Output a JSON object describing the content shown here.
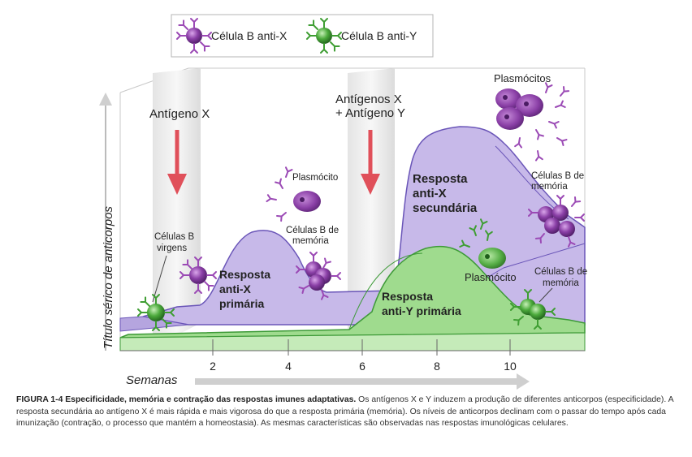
{
  "legend": {
    "item_x": "Célula B anti-X",
    "item_y": "Célula B anti-Y"
  },
  "axes": {
    "y_label": "Título sérico de anticorpos",
    "x_label": "Semanas",
    "x_ticks": [
      "2",
      "4",
      "6",
      "8",
      "10"
    ]
  },
  "labels": {
    "antigen_x": "Antígeno X",
    "antigens_xy_line1": "Antígenos X",
    "antigens_xy_line2": "+ Antígeno Y",
    "naive_b_line1": "Células B",
    "naive_b_line2": "virgens",
    "primary_x_line1": "Resposta",
    "primary_x_line2": "anti-X",
    "primary_x_line3": "primária",
    "plasma_small": "Plasmócito",
    "memory_b1_line1": "Células B de",
    "memory_b1_line2": "memória",
    "plasma_top": "Plasmócitos",
    "secondary_x_line1": "Resposta",
    "secondary_x_line2": "anti-X",
    "secondary_x_line3": "secundária",
    "memory_b2_line1": "Células B de",
    "memory_b2_line2": "memória",
    "plasma_green": "Plasmócito",
    "primary_y_line1": "Resposta",
    "primary_y_line2": "anti-Y primária",
    "memory_b3_line1": "Células B de",
    "memory_b3_line2": "memória"
  },
  "colors": {
    "purple_cell": "#8a3fa6",
    "green_cell": "#4caa3c",
    "purple_fill": "#c3b6e6",
    "purple_edge": "#6a55b8",
    "green_fill": "#9bd98a",
    "green_edge": "#3d9a37",
    "arrow_red": "#e0505a"
  },
  "caption": {
    "title": "FIGURA 1-4 Especificidade, memória e contração das respostas imunes adaptativas.",
    "body": "Os antígenos X e Y induzem a produção de diferentes anticorpos (especificidade). A resposta secundária ao antígeno X é mais rápida e mais vigorosa do que a resposta primária (memória). Os níveis de anticorpos declinam com o passar do tempo após cada imunização (contração, o processo que mantém a homeostasia). As mesmas características são observadas nas respostas imunológicas celulares."
  }
}
